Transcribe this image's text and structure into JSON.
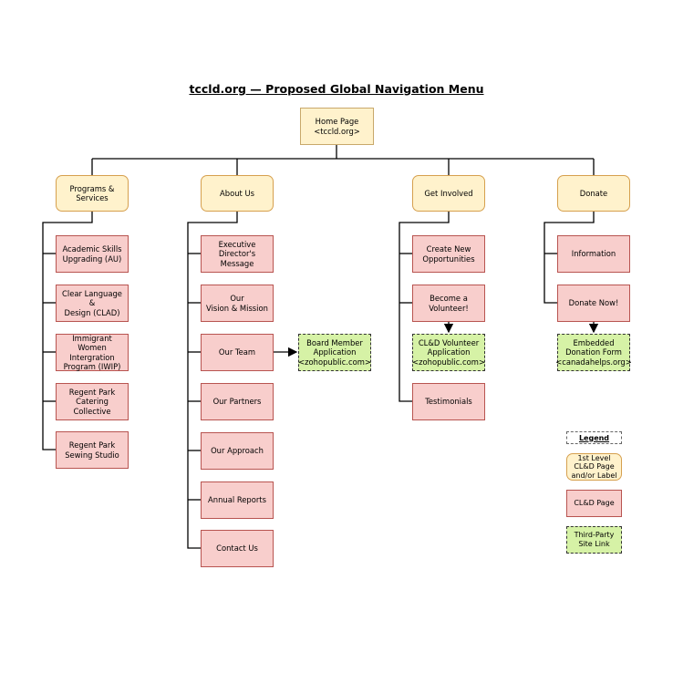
{
  "title": "tccld.org — Proposed Global Navigation Menu",
  "home": "Home Page\n<tccld.org>",
  "sections": {
    "programs": {
      "label": "Programs &\nServices",
      "items": [
        "Academic Skills\nUpgrading (AU)",
        "Clear Language &\nDesign (CLAD)",
        "Immigrant Women\nIntergration\nProgram (IWIP)",
        "Regent Park\nCatering Collective",
        "Regent Park\nSewing Studio"
      ]
    },
    "about": {
      "label": "About Us",
      "items": [
        "Executive\nDirector's Message",
        "Our\nVision & Mission",
        "Our Team",
        "Our Partners",
        "Our Approach",
        "Annual Reports",
        "Contact Us"
      ],
      "external": "Board Member\nApplication\n<zohopublic.com>"
    },
    "involved": {
      "label": "Get Involved",
      "items": [
        "Create New\nOpportunities",
        "Become a\nVolunteer!",
        "Testimonials"
      ],
      "external": "CL&D Volunteer\nApplication\n<zohopublic.com>"
    },
    "donate": {
      "label": "Donate",
      "items": [
        "Information",
        "Donate Now!"
      ],
      "external": "Embedded\nDonation Form\n<canadahelps.org>"
    }
  },
  "legend": {
    "title": "Legend",
    "level1": "1st Level\nCL&D Page\nand/or Label",
    "page": "CL&D Page",
    "external": "Third-Party\nSite Link"
  },
  "colors": {
    "level1_fill": "#fff2cc",
    "page_fill": "#f8cecc",
    "external_fill": "#d6f2a6"
  }
}
